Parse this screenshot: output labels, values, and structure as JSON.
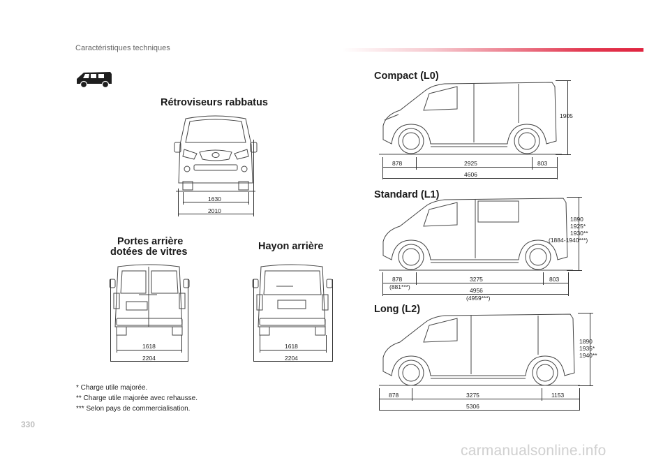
{
  "header": {
    "section": "Caractéristiques techniques",
    "accent": "#e0243f"
  },
  "headings": {
    "mirrors": "Rétroviseurs rabbatus",
    "rear_doors_line1": "Portes arrière",
    "rear_doors_line2": "dotées de vitres",
    "tailgate": "Hayon arrière",
    "compact": "Compact (L0)",
    "standard": "Standard (L1)",
    "long": "Long (L2)"
  },
  "front": {
    "inner": "1630",
    "outer": "2010"
  },
  "rear_doors": {
    "inner": "1618",
    "outer": "2204"
  },
  "tailgate_dims": {
    "inner": "1618",
    "outer": "2204"
  },
  "compact": {
    "front": "878",
    "wheelbase": "2925",
    "rear": "803",
    "length": "4606",
    "height": "1905"
  },
  "standard": {
    "front": "878",
    "front_alt": "(881***)",
    "wheelbase": "3275",
    "rear": "803",
    "length": "4956",
    "length_alt": "(4959***)",
    "height1": "1890",
    "height2": "1925*",
    "height3": "1930**",
    "height4": "(1884-1940***)"
  },
  "long": {
    "front": "878",
    "wheelbase": "3275",
    "rear": "1153",
    "length": "5306",
    "height1": "1890",
    "height2": "1935*",
    "height3": "1940**"
  },
  "footnotes": {
    "n1": "* Charge utile majorée.",
    "n2": "** Charge utile majorée avec rehausse.",
    "n3": "*** Selon pays de commercialisation."
  },
  "page_number": "330",
  "watermark": "carmanualsonline.info"
}
